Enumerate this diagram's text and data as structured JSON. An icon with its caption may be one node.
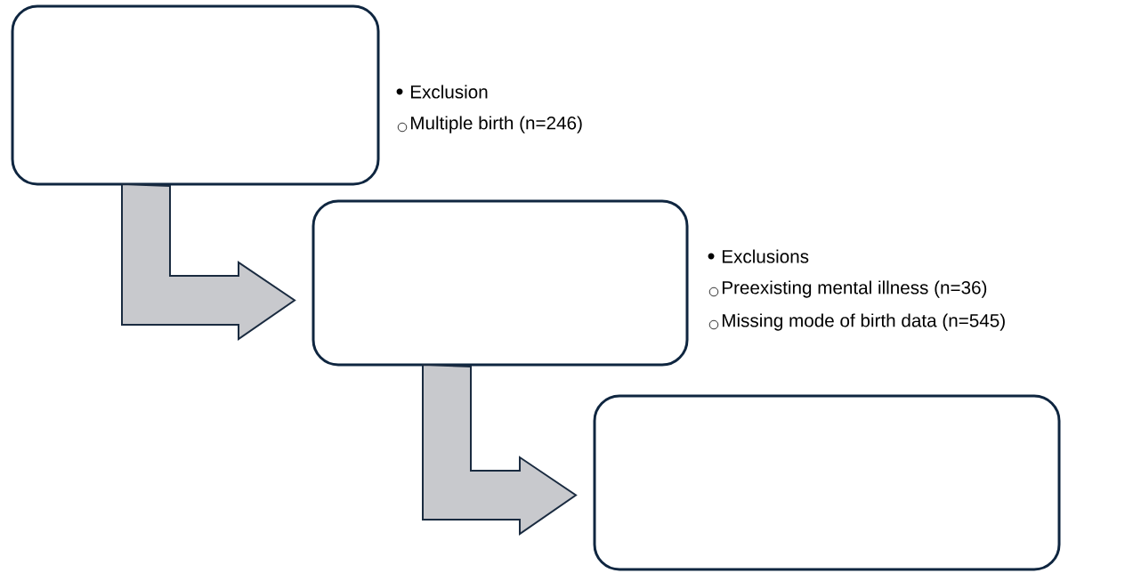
{
  "diagram": {
    "nodes": [
      {
        "text": [],
        "shape": "box",
        "beside": [
          "Exclusion",
          "Multiple birth (n=246)"
        ]
      },
      {
        "text": [],
        "shape": "box",
        "beside": [
          "Exclusions",
          "Preexisting mental illness (n=36)",
          "Missing mode of birth data (n=545)"
        ]
      },
      {
        "text": [],
        "shape": "box"
      }
    ],
    "edges": [
      {
        "from": 0,
        "to": 1,
        "arrow": "to"
      },
      {
        "from": 1,
        "to": 2,
        "arrow": "to"
      }
    ]
  }
}
